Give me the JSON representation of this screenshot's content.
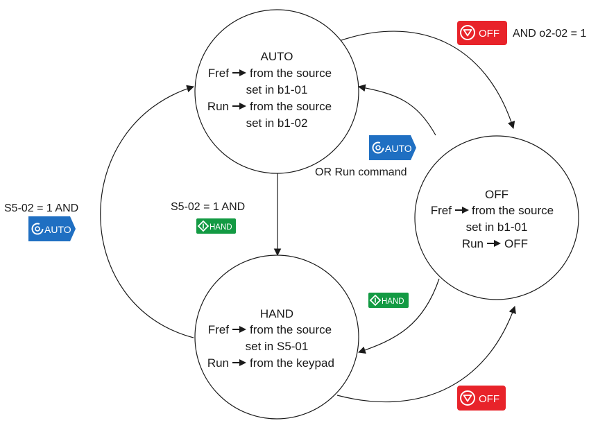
{
  "colors": {
    "auto_button": "#1f6fc2",
    "hand_button": "#139a43",
    "off_button": "#e8232a",
    "line": "#1a1a1a"
  },
  "icons": {
    "auto": "auto-swirl-icon",
    "hand": "hand-diamond-icon",
    "off": "stop-triangle-icon",
    "arrow": "right-arrow-icon"
  },
  "states": {
    "auto": {
      "title": "AUTO",
      "line1": "Fref",
      "line1_rest": "from the source",
      "line2": "set in b1-01",
      "line3": "Run",
      "line3_rest": "from the source",
      "line4": "set in b1-02"
    },
    "off": {
      "title": "OFF",
      "line1": "Fref",
      "line1_rest": "from the source",
      "line2": "set in b1-01",
      "line3": "Run",
      "line3_rest": "OFF"
    },
    "hand": {
      "title": "HAND",
      "line1": "Fref",
      "line1_rest": "from the source",
      "line2": "set in S5-01",
      "line3": "Run",
      "line3_rest": "from the keypad"
    }
  },
  "buttons": {
    "off": "OFF",
    "auto": "AUTO",
    "hand": "HAND"
  },
  "labels": {
    "auto_to_off_cond": "AND o2-02 = 1",
    "off_to_auto_cond": "OR Run command",
    "hand_to_auto_cond": "S5-02 = 1 AND",
    "auto_to_hand_cond": "S5-02 = 1 AND"
  }
}
